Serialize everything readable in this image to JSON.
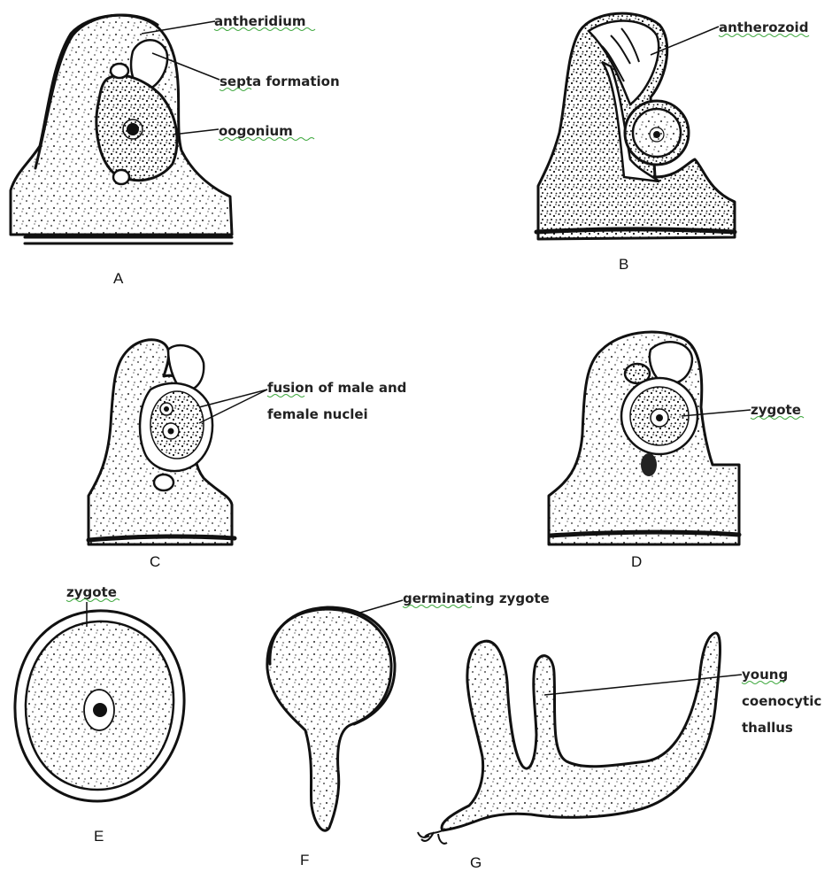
{
  "figure": {
    "panels": [
      {
        "id": "A",
        "label": "A"
      },
      {
        "id": "B",
        "label": "B"
      },
      {
        "id": "C",
        "label": "C"
      },
      {
        "id": "D",
        "label": "D"
      },
      {
        "id": "E",
        "label": "E"
      },
      {
        "id": "F",
        "label": "F"
      },
      {
        "id": "G",
        "label": "G"
      }
    ],
    "annotations": {
      "antheridium": "antheridium",
      "septa_formation": "septa formation",
      "oogonium": "oogonium",
      "antherozoid": "antherozoid",
      "fusion_line1": "fusion of male and",
      "fusion_line2": "female nuclei",
      "zygote_d": "zygote",
      "zygote_e": "zygote",
      "germinating_zygote": "germinating zygote",
      "young_line1": "young",
      "young_line2": "coenocytic",
      "young_line3": "thallus"
    }
  }
}
